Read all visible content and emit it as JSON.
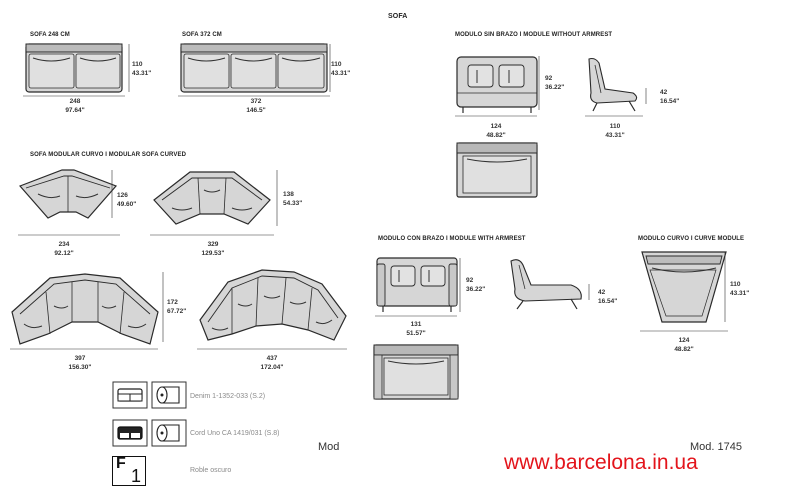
{
  "header": {
    "title": "SOFA"
  },
  "sofa248": {
    "label": "SOFA 248 CM",
    "height_cm": "110",
    "height_in": "43.31\"",
    "width_cm": "248",
    "width_in": "97.64\""
  },
  "sofa372": {
    "label": "SOFA 372 CM",
    "height_cm": "110",
    "height_in": "43.31\"",
    "width_cm": "372",
    "width_in": "146.5\""
  },
  "module_without_armrest": {
    "label": "MODULO SIN BRAZO  I  MODULE WITHOUT ARMREST",
    "front_height_cm": "92",
    "front_height_in": "36.22\"",
    "side_height_cm": "42",
    "side_height_in": "16.54\"",
    "front_width_cm": "124",
    "front_width_in": "48.82\"",
    "side_width_cm": "110",
    "side_width_in": "43.31\""
  },
  "modular_curved": {
    "label": "SOFA MODULAR CURVO  I  MODULAR SOFA CURVED",
    "a": {
      "height_cm": "126",
      "height_in": "49.60\"",
      "width_cm": "234",
      "width_in": "92.12\""
    },
    "b": {
      "height_cm": "138",
      "height_in": "54.33\"",
      "width_cm": "329",
      "width_in": "129.53\""
    },
    "c": {
      "height_cm": "172",
      "height_in": "67.72\"",
      "width_cm": "397",
      "width_in": "156.30\""
    },
    "d": {
      "width_cm": "437",
      "width_in": "172.04\""
    }
  },
  "module_with_armrest": {
    "label": "MODULO CON BRAZO  I  MODULE WITH ARMREST",
    "front_height_cm": "92",
    "front_height_in": "36.22\"",
    "side_height_cm": "42",
    "side_height_in": "16.54\"",
    "front_width_cm": "131",
    "front_width_in": "51.57\""
  },
  "curve_module": {
    "label": "MODULO CURVO I  CURVE MODULE",
    "height_cm": "110",
    "height_in": "43.31\"",
    "width_cm": "124",
    "width_in": "48.82\""
  },
  "materials": [
    {
      "name": "Denim 1-1352-033 (S.2)"
    },
    {
      "name": "Cord Uno CA 1419/031 (S.8)"
    },
    {
      "name": "Roble oscuro",
      "badge": "F",
      "badge_num": "1"
    }
  ],
  "footer": {
    "mod_partial": "Mod",
    "mod_full": "Mod. 1745",
    "website": "www.barcelona.in.ua"
  },
  "colors": {
    "fabric": "#d6d6d6",
    "outline": "#2a2a2a",
    "website": "#e3141b"
  }
}
